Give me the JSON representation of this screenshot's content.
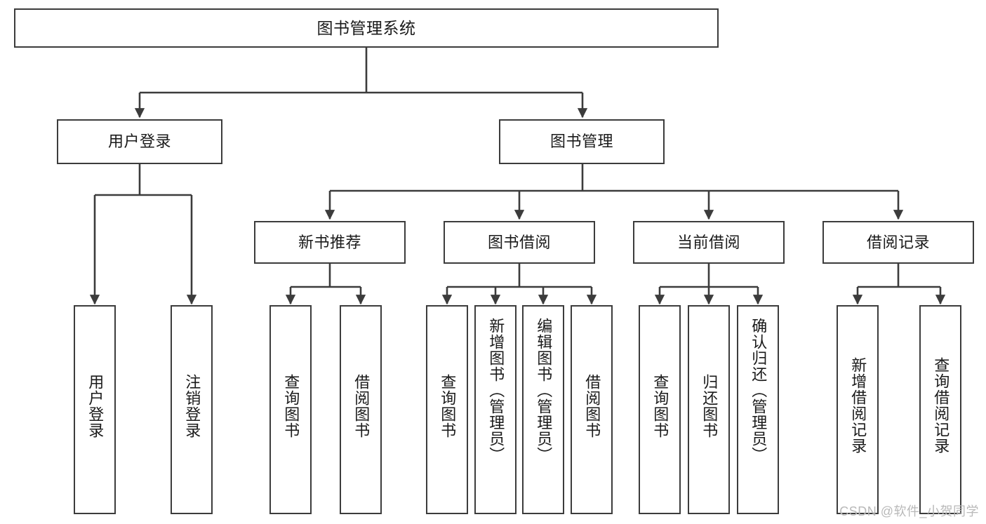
{
  "diagram": {
    "type": "tree",
    "title": "图书管理系统",
    "watermark": "CSDN @软件_小贺同学",
    "colors": {
      "box_stroke": "#3c3c3c",
      "box_fill": "#ffffff",
      "connector": "#3c3c3c",
      "text": "#1a1a1a",
      "watermark": "#b9b9b9",
      "background": "#ffffff"
    },
    "levels": {
      "root": {
        "label": "图书管理系统"
      },
      "level2": [
        {
          "id": "user-login",
          "label": "用户登录"
        },
        {
          "id": "book-management",
          "label": "图书管理"
        }
      ],
      "level3": [
        {
          "id": "new-book-recommend",
          "label": "新书推荐",
          "parent": "book-management"
        },
        {
          "id": "book-borrow",
          "label": "图书借阅",
          "parent": "book-management"
        },
        {
          "id": "current-borrow",
          "label": "当前借阅",
          "parent": "book-management"
        },
        {
          "id": "borrow-record",
          "label": "借阅记录",
          "parent": "book-management"
        }
      ],
      "leaves": [
        {
          "id": "leaf-user-login",
          "label": "用户登录",
          "parent": "user-login"
        },
        {
          "id": "leaf-logout-login",
          "label": "注销登录",
          "parent": "user-login"
        },
        {
          "id": "leaf-query-book-1",
          "label": "查询图书",
          "parent": "new-book-recommend"
        },
        {
          "id": "leaf-borrow-book-1",
          "label": "借阅图书",
          "parent": "new-book-recommend"
        },
        {
          "id": "leaf-query-book-2",
          "label": "查询图书",
          "parent": "book-borrow"
        },
        {
          "id": "leaf-add-book",
          "label": "新增图书（管理员）",
          "parent": "book-borrow"
        },
        {
          "id": "leaf-edit-book",
          "label": "编辑图书（管理员）",
          "parent": "book-borrow"
        },
        {
          "id": "leaf-borrow-book-2",
          "label": "借阅图书",
          "parent": "book-borrow"
        },
        {
          "id": "leaf-query-book-3",
          "label": "查询图书",
          "parent": "current-borrow"
        },
        {
          "id": "leaf-return-book",
          "label": "归还图书",
          "parent": "current-borrow"
        },
        {
          "id": "leaf-confirm-return",
          "label": "确认归还（管理员）",
          "parent": "current-borrow"
        },
        {
          "id": "leaf-add-record",
          "label": "新增借阅记录",
          "parent": "borrow-record"
        },
        {
          "id": "leaf-query-record",
          "label": "查询借阅记录",
          "parent": "borrow-record"
        }
      ]
    }
  }
}
